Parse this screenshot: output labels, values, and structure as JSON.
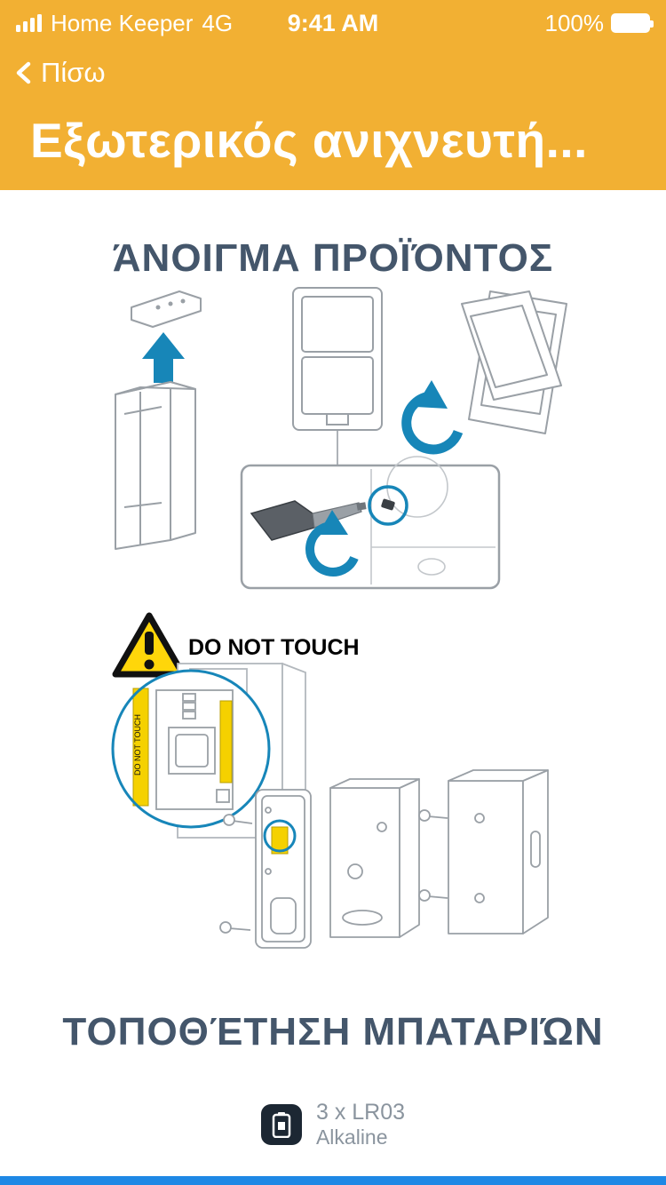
{
  "colors": {
    "header_orange": "#F2B033",
    "accent_blue": "#1786B8",
    "heading_slate": "#44566B",
    "warning_yellow": "#FFD60A",
    "bottom_bar_blue": "#1E88E5",
    "battery_badge_dark": "#1C2733"
  },
  "status_bar": {
    "carrier": "Home Keeper",
    "network": "4G",
    "time": "9:41 AM",
    "battery_percent": "100%"
  },
  "nav": {
    "back_label": "Πίσω",
    "title": "Εξωτερικός ανιχνευτή..."
  },
  "sections": {
    "opening": "ΆΝΟΙΓΜΑ ΠΡΟΪΌΝΤΟΣ",
    "batteries": "ΤΟΠΟΘΈΤΗΣΗ ΜΠΑΤΑΡΙΏΝ"
  },
  "warning": {
    "do_not_touch": "DO NOT TOUCH"
  },
  "battery_info": {
    "quantity": "3 x LR03",
    "type": "Alkaline"
  }
}
